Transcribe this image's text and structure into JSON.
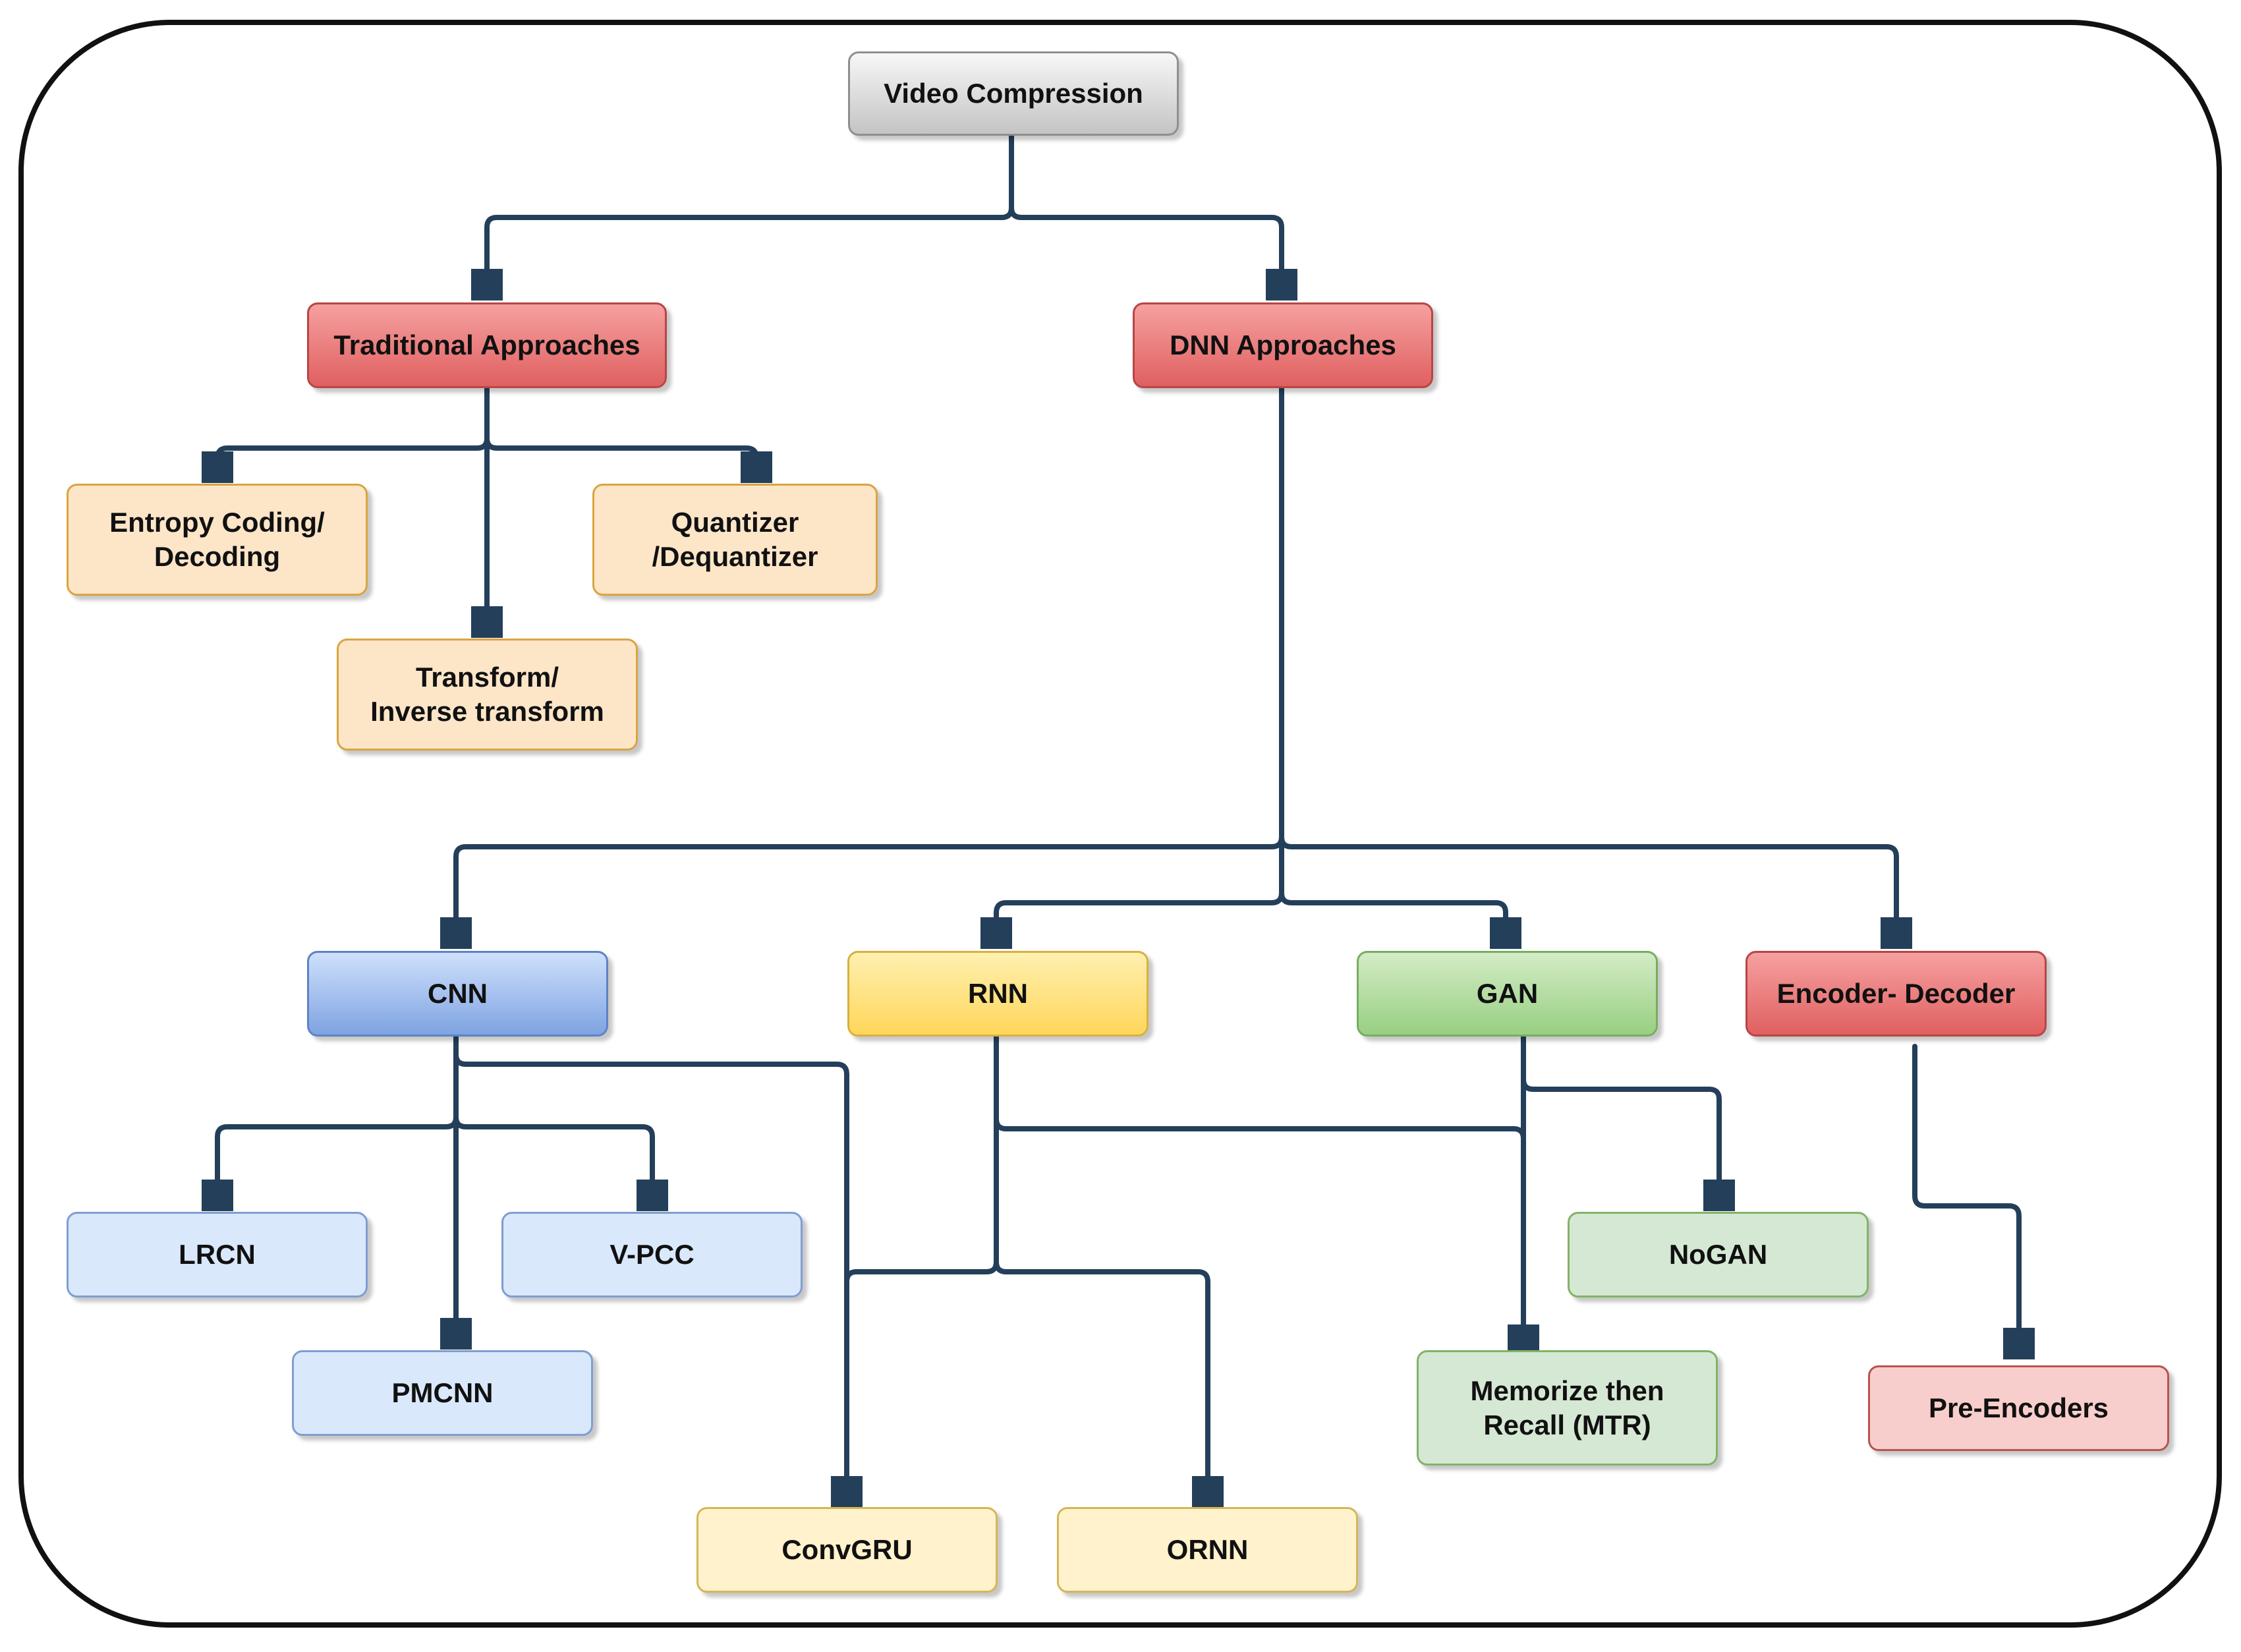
{
  "diagram": {
    "root": "Video Compression",
    "traditional": {
      "label": "Traditional Approaches",
      "children": [
        "Entropy Coding/\nDecoding",
        "Transform/\nInverse transform",
        "Quantizer\n/Dequantizer"
      ]
    },
    "dnn": {
      "label": "DNN Approaches",
      "cnn": {
        "label": "CNN",
        "children": [
          "LRCN",
          "PMCNN",
          "V-PCC",
          "ConvGRU"
        ]
      },
      "rnn": {
        "label": "RNN",
        "children": [
          "ConvGRU",
          "ORNN",
          "Memorize then\nRecall (MTR)"
        ]
      },
      "gan": {
        "label": "GAN",
        "children": [
          "NoGAN",
          "Memorize then\nRecall (MTR)"
        ]
      },
      "encdec": {
        "label": "Encoder- Decoder",
        "children": [
          "Pre-Encoders"
        ]
      }
    }
  },
  "colors": {
    "connector": "#243f5a",
    "frame": "#111111",
    "grey": "#c4c4c4",
    "red": "#e06060",
    "orange": "#fde5c8",
    "blue": "#7ea3e2",
    "yellow": "#ffd65a",
    "green": "#98cf82"
  }
}
